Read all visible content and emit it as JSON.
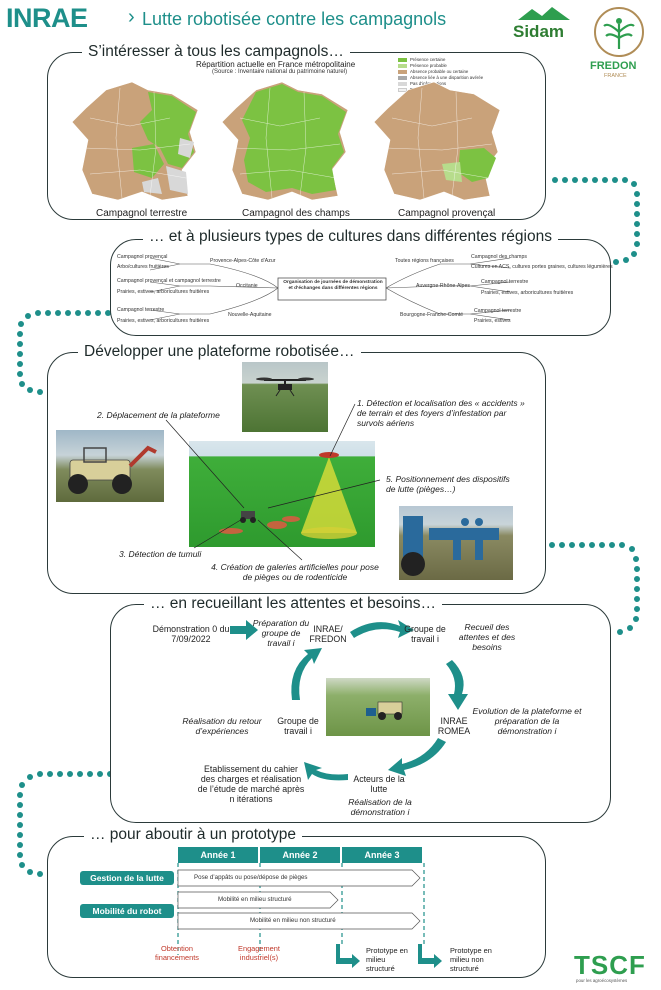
{
  "header": {
    "logo_text": "INRAE",
    "title": "Lutte robotisée contre les campagnols",
    "partner1": "Sidam",
    "partner2": "FREDON",
    "partner2_sub": "FRANCE",
    "footer_logo": "TSCF",
    "footer_logo_sub": "pour les agroécosystèmes"
  },
  "section1": {
    "title": "S’intéresser à tous les campagnols…",
    "map_title": "Répartition actuelle en France métropolitaine",
    "map_source": "(Source : Inventaire national du patrimoine naturel)",
    "legend": [
      {
        "label": "Présence certaine",
        "color": "#7cc242"
      },
      {
        "label": "Présence probable",
        "color": "#b7dc8c"
      },
      {
        "label": "Absence probable ou certaine",
        "color": "#c9a27a"
      },
      {
        "label": "Absence liée à une disparition avérée",
        "color": "#a9a9a9"
      },
      {
        "label": "Pas d’informations",
        "color": "#d8d8d8"
      },
      {
        "label": "Pas de données",
        "color": "#f1f1f1"
      }
    ],
    "maps": [
      {
        "caption": "Campagnol terrestre"
      },
      {
        "caption": "Campagnol des champs"
      },
      {
        "caption": "Campagnol provençal"
      }
    ]
  },
  "section2": {
    "title": "… et à plusieurs types de cultures dans différentes régions",
    "center": "Organisation de journées de démonstration et d’échanges dans différentes régions",
    "left": [
      {
        "region": "Provence-Alpes-Côte d’Azur",
        "species": "Campagnol provençal",
        "crops": "Arbo/cultures fruitières"
      },
      {
        "region": "Occitanie",
        "species": "Campagnol provençal et campagnol terrestre",
        "crops": "Prairies, estives, arboricultures fruitières"
      },
      {
        "region": "Nouvelle-Aquitaine",
        "species": "Campagnol terrestre",
        "crops": "Prairies, estives, arboricultures fruitières"
      }
    ],
    "right": [
      {
        "region": "Toutes régions françaises",
        "species": "Campagnol des champs",
        "crops": "Cultures en ACS, cultures portes graines, cultures légumières"
      },
      {
        "region": "Auvergne-Rhône-Alpes",
        "species": "Campagnol terrestre",
        "crops": "Prairies, estives, arboricultures fruitières"
      },
      {
        "region": "Bourgogne-Franche-Comté",
        "species": "Campagnol terrestre",
        "crops": "Prairies, estives"
      }
    ]
  },
  "section3": {
    "title": "Développer une plateforme robotisée…",
    "labels": [
      "1. Détection et localisation des « accidents » de terrain et des foyers d’infestation par survols aériens",
      "2. Déplacement de la plateforme",
      "3. Détection de tumuli",
      "4. Création de galeries artificielles pour pose de pièges ou de rodenticide",
      "5. Positionnement des dispositifs de lutte (pièges…)"
    ]
  },
  "section4": {
    "title": "… en recueillant les attentes et besoins…",
    "demo": "Démonstration 0 du 7/09/2022",
    "prep": "Préparation du groupe de travail i",
    "inrae_fredon": "INRAE/ FREDON",
    "groupe_top": "Groupe de travail i",
    "recueil": "Recueil des attentes et des besoins",
    "inrae_romea": "INRAE ROMEA",
    "evolution": "Evolution de la plateforme et préparation de la démonstration i",
    "acteurs": "Acteurs de la lutte",
    "realisation_demo": "Réalisation de la démonstration i",
    "cahier": "Etablissement du cahier des charges et réalisation de l’étude de marché après n itérations",
    "groupe_left": "Groupe de travail i",
    "retour": "Réalisation du retour d’expériences"
  },
  "section5": {
    "title": "… pour aboutir à un prototype",
    "years": [
      "Année 1",
      "Année 2",
      "Année 3"
    ],
    "rows": [
      {
        "label": "Gestion de la lutte",
        "task": "Pose d’appâts ou pose/dépose de pièges"
      },
      {
        "label": "Mobilité du robot",
        "task": "Mobilité en milieu structuré",
        "task2": "Mobilité en milieu non structuré"
      }
    ],
    "milestones": [
      "Obtention financements",
      "Engagement industriel(s)"
    ],
    "prototypes": [
      "Prototype en milieu structuré",
      "Prototype en milieu non structuré"
    ]
  },
  "colors": {
    "teal": "#1e8f8a",
    "green": "#7cc242",
    "tan": "#c9a27a",
    "red": "#c0392b"
  }
}
